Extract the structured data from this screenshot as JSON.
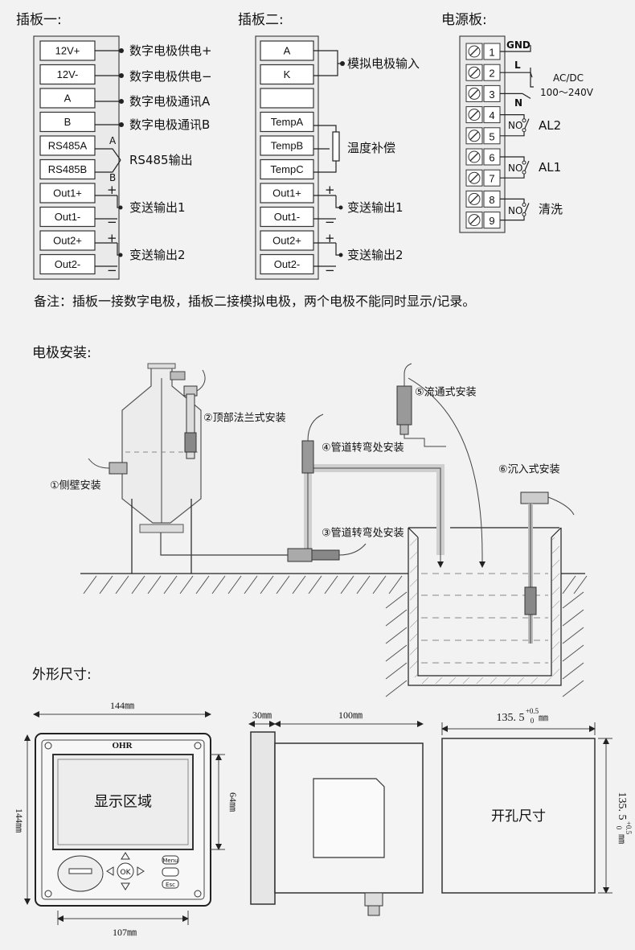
{
  "board1": {
    "title": "插板一:",
    "cells": [
      "12V+",
      "12V-",
      "A",
      "B",
      "RS485A",
      "RS485B",
      "Out1+",
      "Out1-",
      "Out2+",
      "Out2-"
    ],
    "labels": [
      "数字电极供电+",
      "数字电极供电−",
      "数字电极通讯A",
      "数字电极通讯B",
      "RS485输出",
      "变送输出1",
      "变送输出2"
    ],
    "marks": [
      "A",
      "B"
    ]
  },
  "board2": {
    "title": "插板二:",
    "cells": [
      "A",
      "K",
      "",
      "TempA",
      "TempB",
      "TempC",
      "Out1+",
      "Out1-",
      "Out2+",
      "Out2-"
    ],
    "labels": [
      "模拟电极输入",
      "温度补偿",
      "变送输出1",
      "变送输出2"
    ]
  },
  "signs": {
    "plus": "+",
    "minus": "−"
  },
  "power": {
    "title": "电源板:",
    "terminals": [
      "1",
      "2",
      "3",
      "4",
      "5",
      "6",
      "7",
      "8",
      "9"
    ],
    "labels": {
      "gnd": "GND",
      "l": "L",
      "n": "N",
      "acdc": "AC/DC",
      "voltage": "100～240V",
      "no": "NO",
      "al2": "AL2",
      "al1": "AL1",
      "wash": "清洗"
    }
  },
  "note": "备注：插板一接数字电极，插板二接模拟电极，两个电极不能同时显示/记录。",
  "installation": {
    "title": "电极安装:",
    "labels": [
      "①侧壁安装",
      "②顶部法兰式安装",
      "③管道转弯处安装",
      "④管道转弯处安装",
      "⑤流通式安装",
      "⑥沉入式安装"
    ]
  },
  "dimensions": {
    "title": "外形尺寸:",
    "front_width": "144㎜",
    "front_height": "144㎜",
    "display_height": "64㎜",
    "bottom_width": "107㎜",
    "brand": "OHR",
    "display_area": "显示区域",
    "side_depth_front": "30㎜",
    "side_depth": "100㎜",
    "cutout_base": "135. 5",
    "cutout_tol_upper": "+0.5",
    "cutout_tol_lower": "0",
    "cutout_unit": "㎜",
    "cutout_label": "开孔尺寸",
    "buttons": {
      "ok": "OK",
      "menu": "Menu",
      "esc": "Esc"
    }
  }
}
